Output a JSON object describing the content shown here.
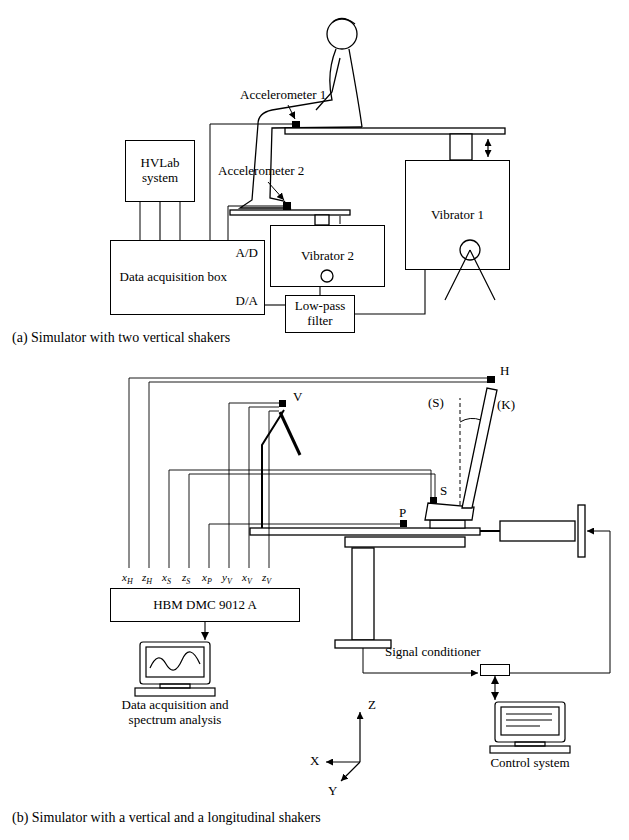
{
  "diagram": {
    "nodes": [
      {
        "text": [
          "HVLab system"
        ]
      },
      {
        "text": [
          "Data acquisition box",
          "A/D",
          "D/A"
        ]
      },
      {
        "text": [
          "Low-pass filter"
        ]
      },
      {
        "text": [
          "Vibrator 1"
        ]
      },
      {
        "text": [
          "Vibrator 2"
        ]
      },
      {
        "text": [
          "HBM DMC 9012 A"
        ]
      },
      {
        "text": [
          "Data acquisition and spectrum analysis"
        ]
      },
      {
        "text": [
          "Signal conditioner"
        ]
      },
      {
        "text": [
          "Control system"
        ]
      }
    ],
    "edges": [
      {
        "from": 0,
        "to": 1,
        "arrow": "none"
      },
      {
        "from": 1,
        "to": 2,
        "arrow": "none"
      },
      {
        "from": 2,
        "to": 4,
        "arrow": "none"
      },
      {
        "from": 2,
        "to": 3,
        "arrow": "none"
      },
      {
        "from": 5,
        "to": 6,
        "arrow": "to"
      },
      {
        "from": 7,
        "to": 8,
        "arrow": "both"
      }
    ],
    "labels": [
      "Accelerometer 1",
      "Accelerometer 2",
      "H",
      "(S)",
      "(K)",
      "V",
      "S",
      "P",
      "xH",
      "zH",
      "xS",
      "zS",
      "xP",
      "yV",
      "xV",
      "zV",
      "Z",
      "X",
      "Y",
      "(a) Simulator with two vertical shakers",
      "(b) Simulator with a vertical and a longitudinal shakers"
    ]
  }
}
